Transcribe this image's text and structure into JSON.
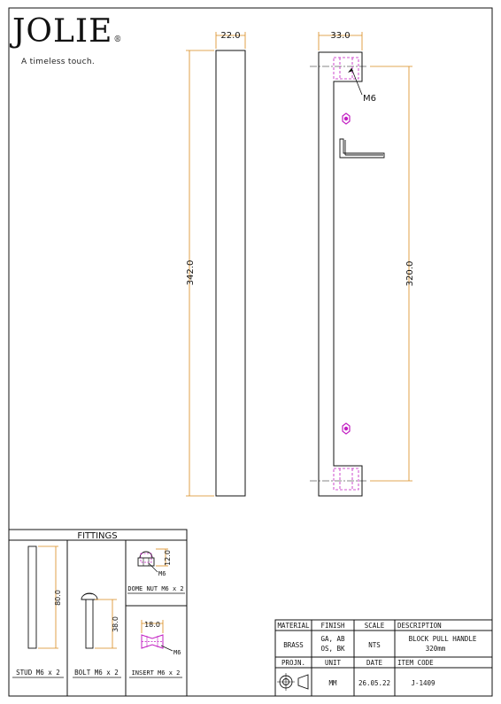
{
  "brand": {
    "name": "JOLIE",
    "mark": "®",
    "tagline": "A timeless touch."
  },
  "drawing": {
    "side_width": "22.0",
    "front_width": "33.0",
    "overall_length": "342.0",
    "hole_centers": "320.0",
    "thread_label": "M6"
  },
  "fittings": {
    "title": "FITTINGS",
    "stud": {
      "dim": "80.0",
      "label": "STUD M6 x 2"
    },
    "bolt": {
      "dim": "38.0",
      "label": "BOLT M6 x 2"
    },
    "dome_nut": {
      "dim": "12.0",
      "thread": "M6",
      "label": "DOME NUT M6 x 2"
    },
    "insert": {
      "dim": "18.0",
      "thread": "M6",
      "label": "INSERT M6 x 2"
    }
  },
  "title_block": {
    "material_h": "MATERIAL",
    "finish_h": "FINISH",
    "scale_h": "SCALE",
    "description_h": "DESCRIPTION",
    "material": "BRASS",
    "finish_1": "GA, AB",
    "finish_2": "OS, BK",
    "scale": "NTS",
    "description_1": "BLOCK PULL HANDLE",
    "description_2": "320mm",
    "projn_h": "PROJN.",
    "unit_h": "UNIT",
    "date_h": "DATE",
    "item_code_h": "ITEM CODE",
    "unit": "MM",
    "date": "26.05.22",
    "item_code": "J-1409"
  },
  "colors": {
    "dimension": "#d98a1c",
    "hidden": "#c21fc2",
    "line": "#111111"
  }
}
